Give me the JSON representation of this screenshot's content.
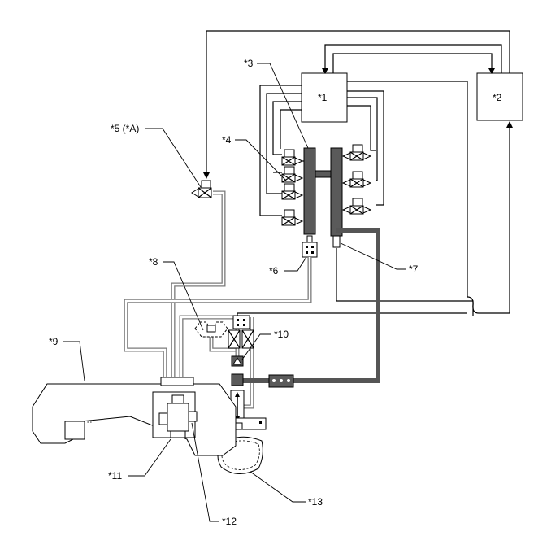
{
  "labels": {
    "ecm": "*1",
    "edu": "*2",
    "rail_left": "*3",
    "injector": "*4",
    "vsv": "*5 (*A)",
    "pressure_sensor": "*6",
    "pressure_limiter": "*7",
    "charcoal_canister": "*8",
    "fuel_tank": "*9",
    "check_valve": "*10",
    "fuel_pump": "*11",
    "pressure_regulator": "*12",
    "cam_lobe": "*13"
  },
  "colors": {
    "line": "#000000",
    "low_pressure_pipe": "#7a7a7a",
    "high_pressure_pipe": "#555555",
    "rail": "#5a5a5a"
  }
}
